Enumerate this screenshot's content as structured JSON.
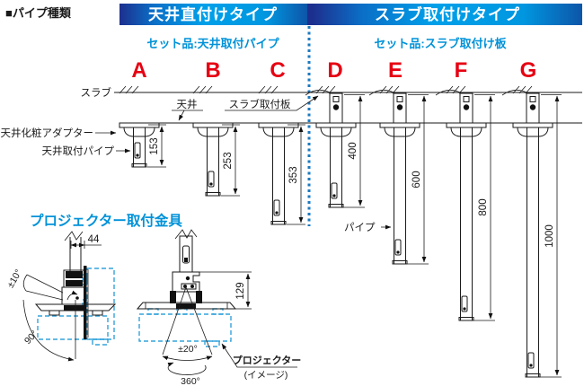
{
  "page": {
    "kind_label": "■パイプ種類"
  },
  "headers": {
    "left": {
      "title": "天井直付けタイプ",
      "subtitle": "セット品:天井取付パイプ"
    },
    "right": {
      "title": "スラブ取付けタイプ",
      "subtitle": "セット品:スラブ取付け板"
    }
  },
  "diagram_labels": {
    "slab": "スラブ",
    "ceiling": "天井",
    "slab_plate": "スラブ取付板",
    "ceiling_adapter": "天井化粧アダプター",
    "ceiling_pipe": "天井取付パイプ",
    "pipe": "パイプ"
  },
  "pipes": [
    {
      "letter": "A",
      "length": "153"
    },
    {
      "letter": "B",
      "length": "253"
    },
    {
      "letter": "C",
      "length": "353"
    },
    {
      "letter": "D",
      "length": "400"
    },
    {
      "letter": "E",
      "length": "600"
    },
    {
      "letter": "F",
      "length": "800"
    },
    {
      "letter": "G",
      "length": "1000"
    }
  ],
  "bracket_section": {
    "title": "プロジェクター取付金具",
    "dims": {
      "width": "44",
      "height": "129"
    },
    "angles": {
      "tilt": "±10°",
      "swivel": "90°",
      "pan": "±20°",
      "rotate": "360°"
    },
    "projector_label": "プロジェクター",
    "projector_note": "(イメージ)"
  },
  "colors": {
    "header_blue": "#009be4",
    "header_navy": "#1d2f8e",
    "accent_red": "#e60012",
    "text_blue": "#0092d8",
    "line_black": "#1a1a1a",
    "dashed_blue": "#33a3dc",
    "separator_blue": "#1a7ac0"
  }
}
